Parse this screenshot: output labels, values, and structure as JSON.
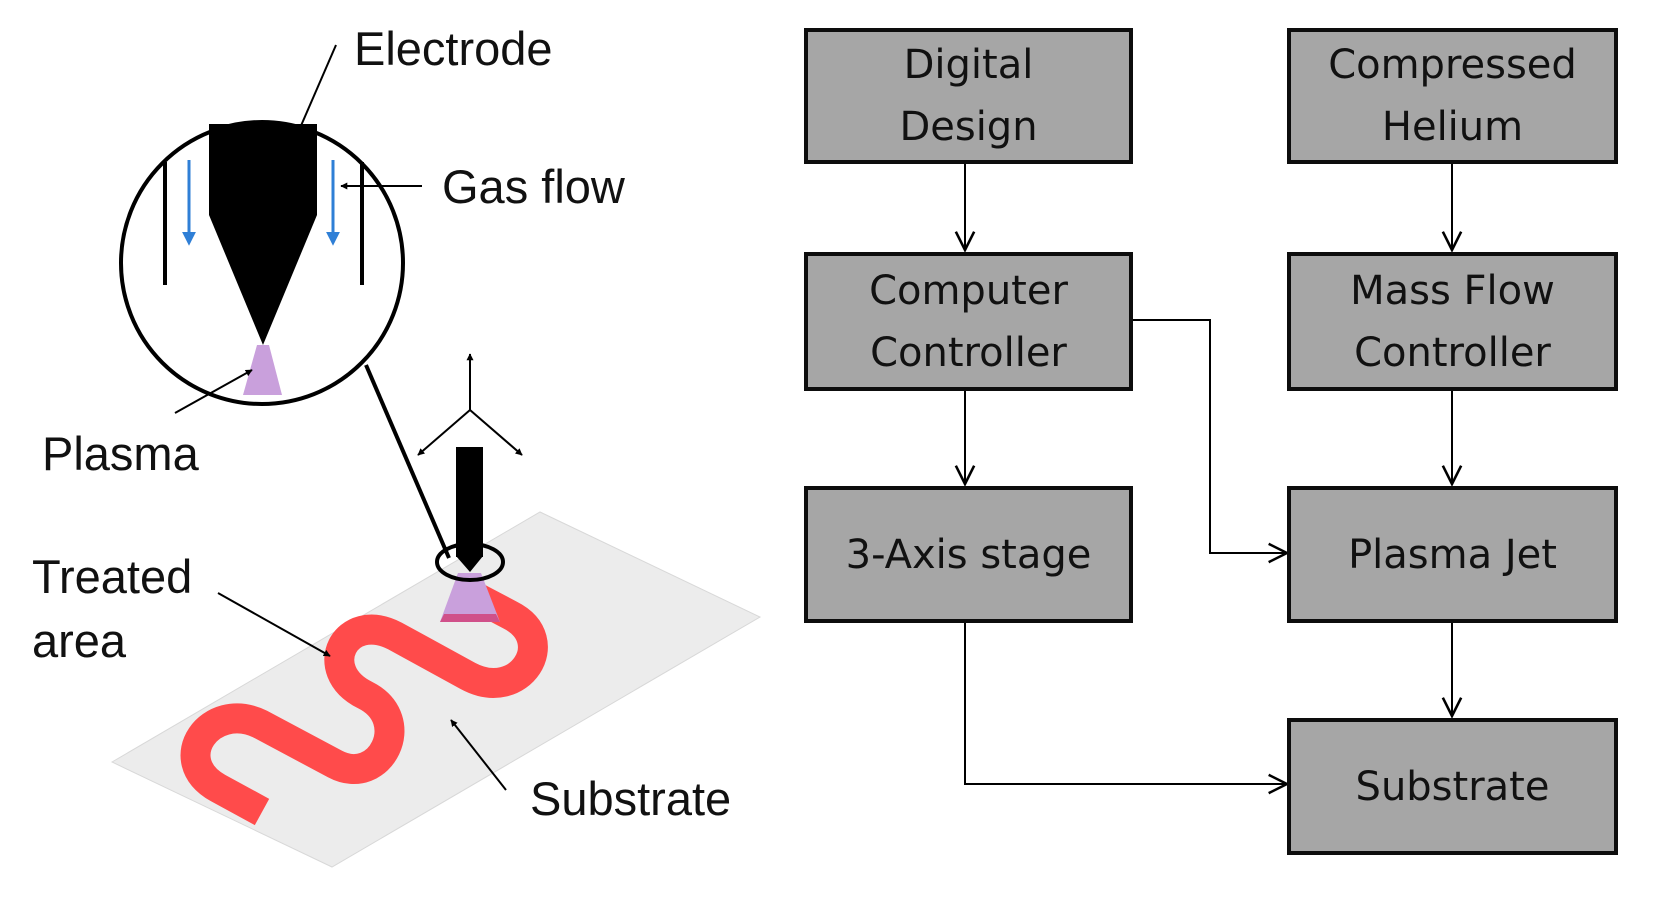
{
  "illustration": {
    "labels": {
      "electrode": "Electrode",
      "gas_flow": "Gas flow",
      "plasma": "Plasma",
      "treated_area": [
        "Treated",
        "area"
      ],
      "substrate": "Substrate"
    },
    "colors": {
      "treated_area": "#ff4b4b",
      "plasma": "#c9a0dc",
      "gas_flow_arrow": "#2f7fd6",
      "substrate": "#ececec"
    }
  },
  "flowchart": {
    "box_fill": "#a6a6a6",
    "boxes": {
      "digital_design": [
        "Digital",
        "Design"
      ],
      "compressed_helium": [
        "Compressed",
        "Helium"
      ],
      "computer_controller": [
        "Computer",
        "Controller"
      ],
      "mass_flow_controller": [
        "Mass Flow",
        "Controller"
      ],
      "three_axis_stage": [
        "3-Axis stage"
      ],
      "plasma_jet": [
        "Plasma Jet"
      ],
      "substrate": [
        "Substrate"
      ]
    }
  }
}
